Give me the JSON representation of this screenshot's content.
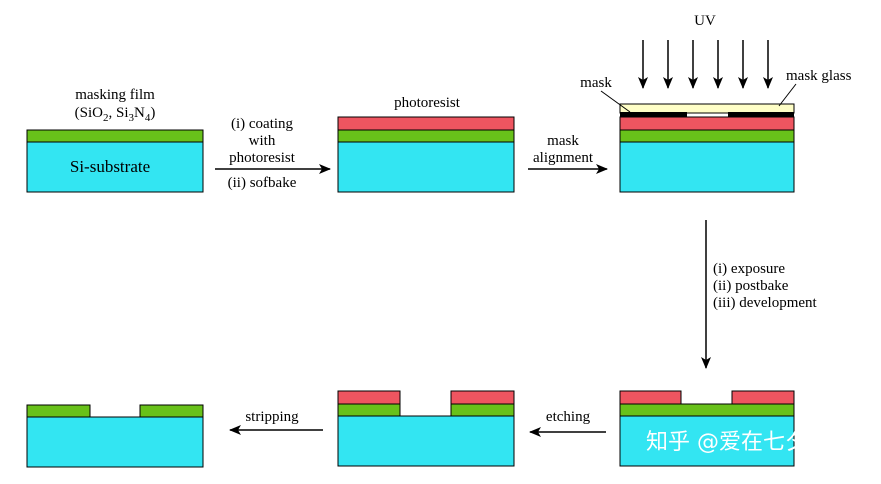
{
  "colors": {
    "substrate": "#33e5f2",
    "film": "#68c11a",
    "photoresist": "#ee5560",
    "mask_opaque": "#000000",
    "mask_glass": "#fefec6",
    "outline": "#000000",
    "watermark_text": "#ffffff"
  },
  "labels": {
    "masking_film_line1": "masking film",
    "masking_film_line2_parts": [
      "(SiO",
      "2",
      ", Si",
      "3",
      "N",
      "4",
      ")"
    ],
    "si_substrate": "Si-substrate",
    "coating_line1": "(i) coating",
    "coating_line2": "with",
    "coating_line3": "photoresist",
    "coating_line4": "(ii) sofbake",
    "photoresist": "photoresist",
    "mask_alignment_line1": "mask",
    "mask_alignment_line2": "alignment",
    "uv": "UV",
    "mask": "mask",
    "mask_glass": "mask glass",
    "exposure_line1": "(i) exposure",
    "exposure_line2": "(ii) postbake",
    "exposure_line3": "(iii) development",
    "etching": "etching",
    "stripping": "stripping"
  },
  "watermark": {
    "text": "知乎 @爱在七夕时",
    "icon": "zhihu-logo"
  }
}
